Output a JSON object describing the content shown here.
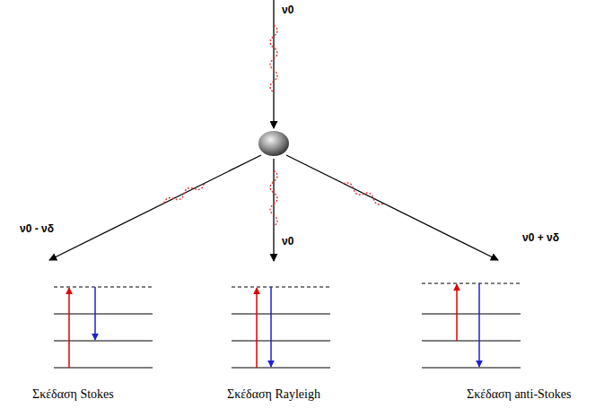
{
  "diagram": {
    "labels": [
      "ν0",
      "ν0 - νδ",
      "ν0",
      "ν0 + νδ",
      "Σκέδαση Stokes",
      "Σκέδαση Rayleigh",
      "Σκέδαση anti-Stokes"
    ]
  }
}
